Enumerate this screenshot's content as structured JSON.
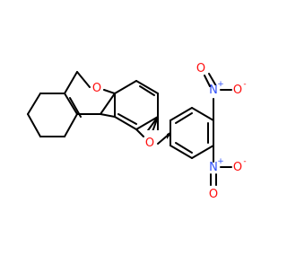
{
  "molecule": {
    "colors": {
      "bond": "#000000",
      "oxygen": "#ff0d0d",
      "nitrogen": "#3050f8",
      "background": "#ffffff"
    },
    "atom_labels": {
      "furan_oxygen": "O",
      "ether_oxygen": "O",
      "nitro1_nitrogen": "N",
      "nitro1_charge_n": "+",
      "nitro1_oxygen_single": "O",
      "nitro1_charge_o": "-",
      "nitro1_oxygen_double": "O",
      "nitro2_nitrogen": "N",
      "nitro2_charge_n": "+",
      "nitro2_oxygen_single": "O",
      "nitro2_charge_o": "-",
      "nitro2_oxygen_double": "O"
    }
  }
}
